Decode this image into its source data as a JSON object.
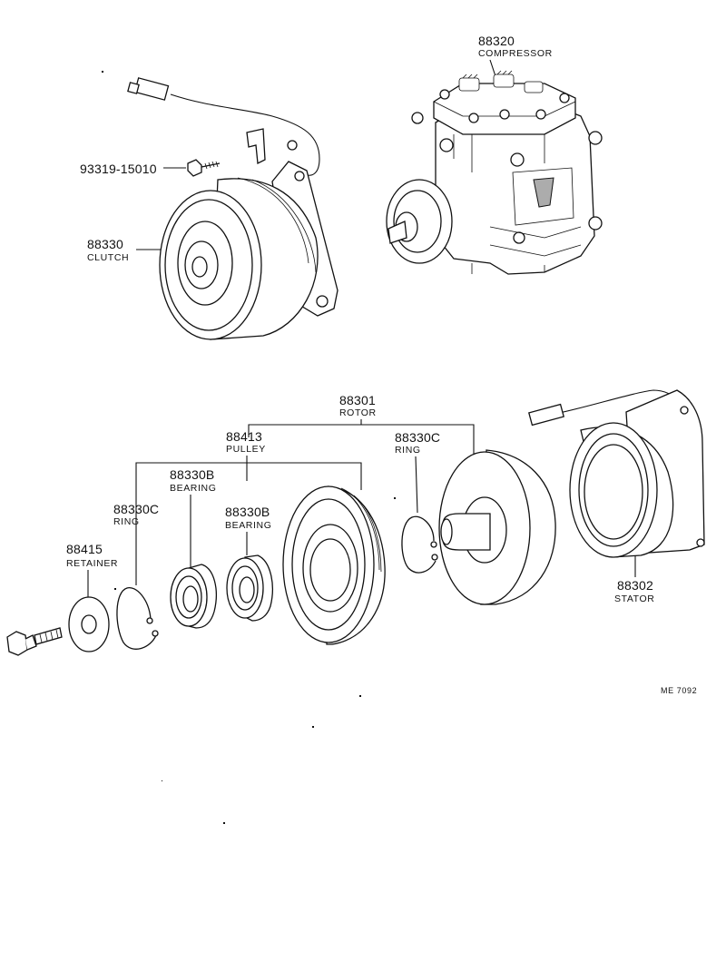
{
  "parts": {
    "compressor": {
      "number": "88320",
      "name": "COMPRESSOR"
    },
    "bolt": {
      "number": "93319-15010"
    },
    "clutch": {
      "number": "88330",
      "name": "CLUTCH"
    },
    "rotor": {
      "number": "88301",
      "name": "ROTOR"
    },
    "pulley": {
      "number": "88413",
      "name": "PULLEY"
    },
    "ring_right": {
      "number": "88330C",
      "name": "RING"
    },
    "bearing_left": {
      "number": "88330B",
      "name": "BEARING"
    },
    "ring_left": {
      "number": "88330C",
      "name": "RING"
    },
    "bearing_right": {
      "number": "88330B",
      "name": "BEARING"
    },
    "retainer": {
      "number": "88415",
      "name": "RETAINER"
    },
    "stator": {
      "number": "88302",
      "name": "STATOR"
    }
  },
  "figure_code": "ME 7092"
}
